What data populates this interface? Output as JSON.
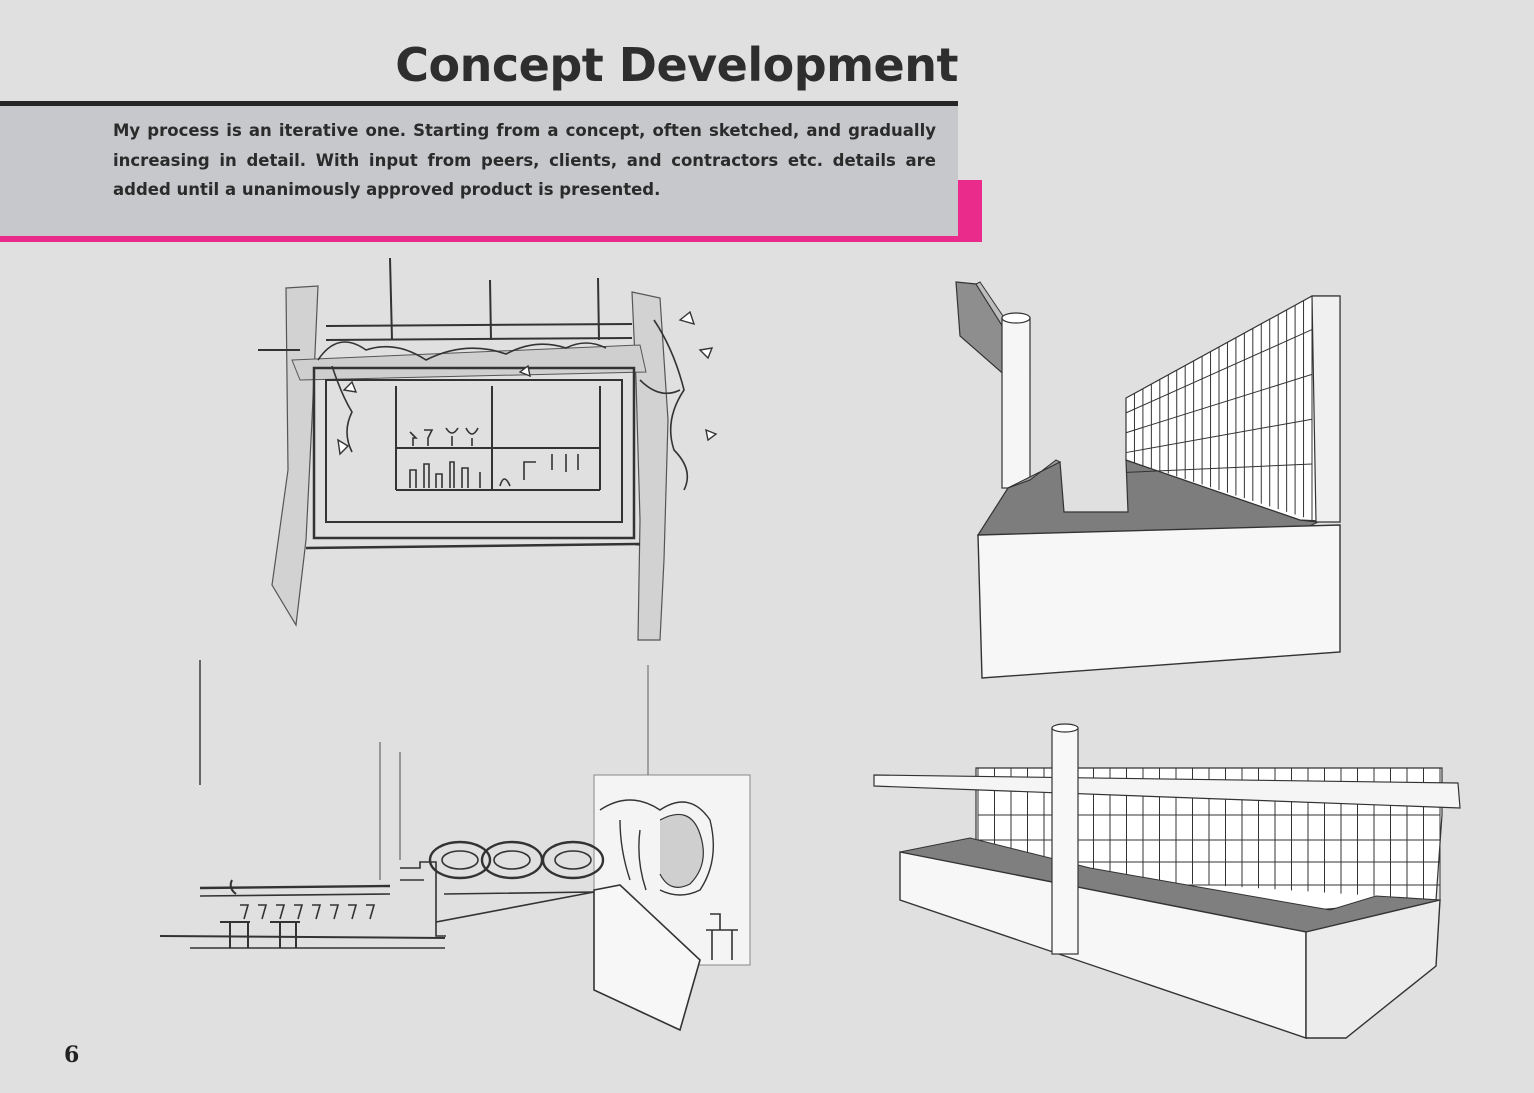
{
  "page": {
    "title": "Concept Development",
    "intro": "My process is an iterative one. Starting from a concept, often sketched, and gradually increasing in detail. With input from peers, clients, and contractors etc. details are added until a unanimously approved product is presented.",
    "page_number": "6"
  },
  "colors": {
    "background": "#e0e0e0",
    "panel": "#c6c8cb",
    "accent": "#ea2b8c",
    "text": "#2e2e2e"
  },
  "figures": [
    {
      "name": "bar-window-sketch",
      "kind": "pencil sketch"
    },
    {
      "name": "shelving-3d-model-side",
      "kind": "3D model"
    },
    {
      "name": "bar-elevation-sketch",
      "kind": "pencil sketch"
    },
    {
      "name": "shelving-3d-model-front",
      "kind": "3D model"
    }
  ]
}
